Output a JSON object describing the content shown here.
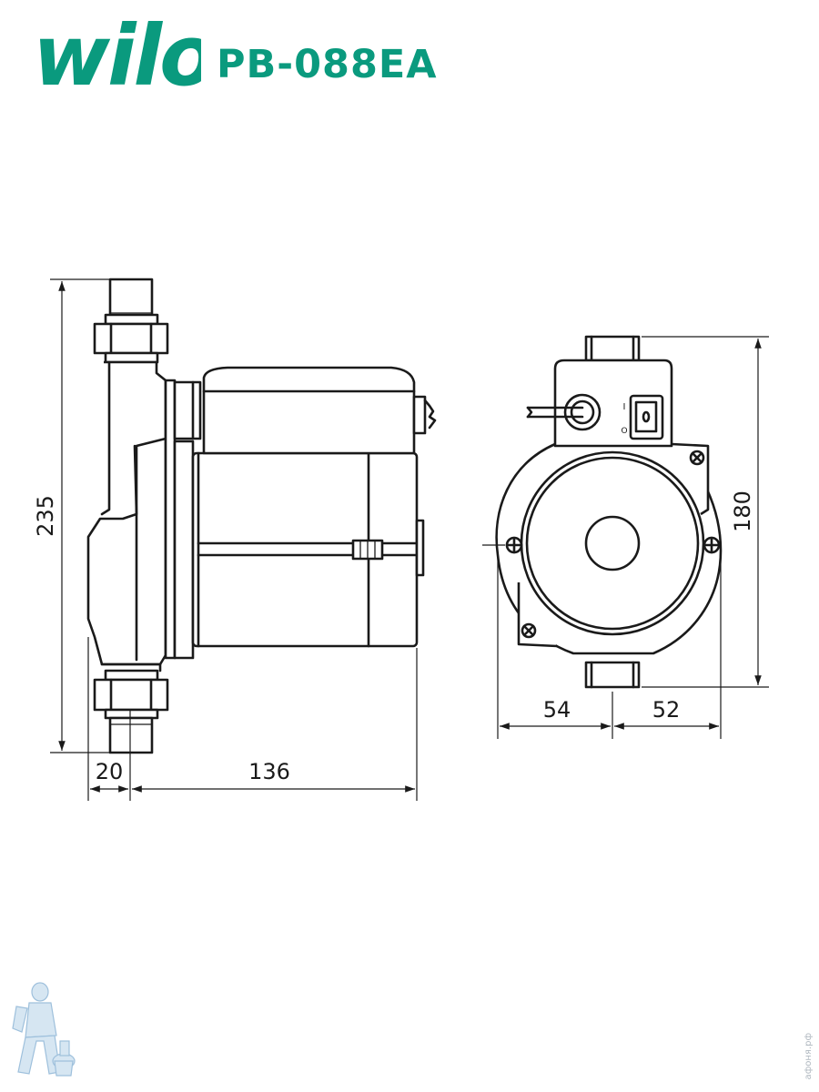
{
  "brand": {
    "logo_text": "wilo",
    "model": "PB-088EA",
    "color": "#0a9a7e"
  },
  "dimensions": {
    "height_total": "235",
    "inlet_depth": "20",
    "body_length": "136",
    "front_height": "180",
    "front_left_width": "54",
    "front_right_width": "52"
  },
  "switch": {
    "on_symbol": "I",
    "off_symbol": "O"
  },
  "watermark": {
    "text": "афоня.рф"
  }
}
